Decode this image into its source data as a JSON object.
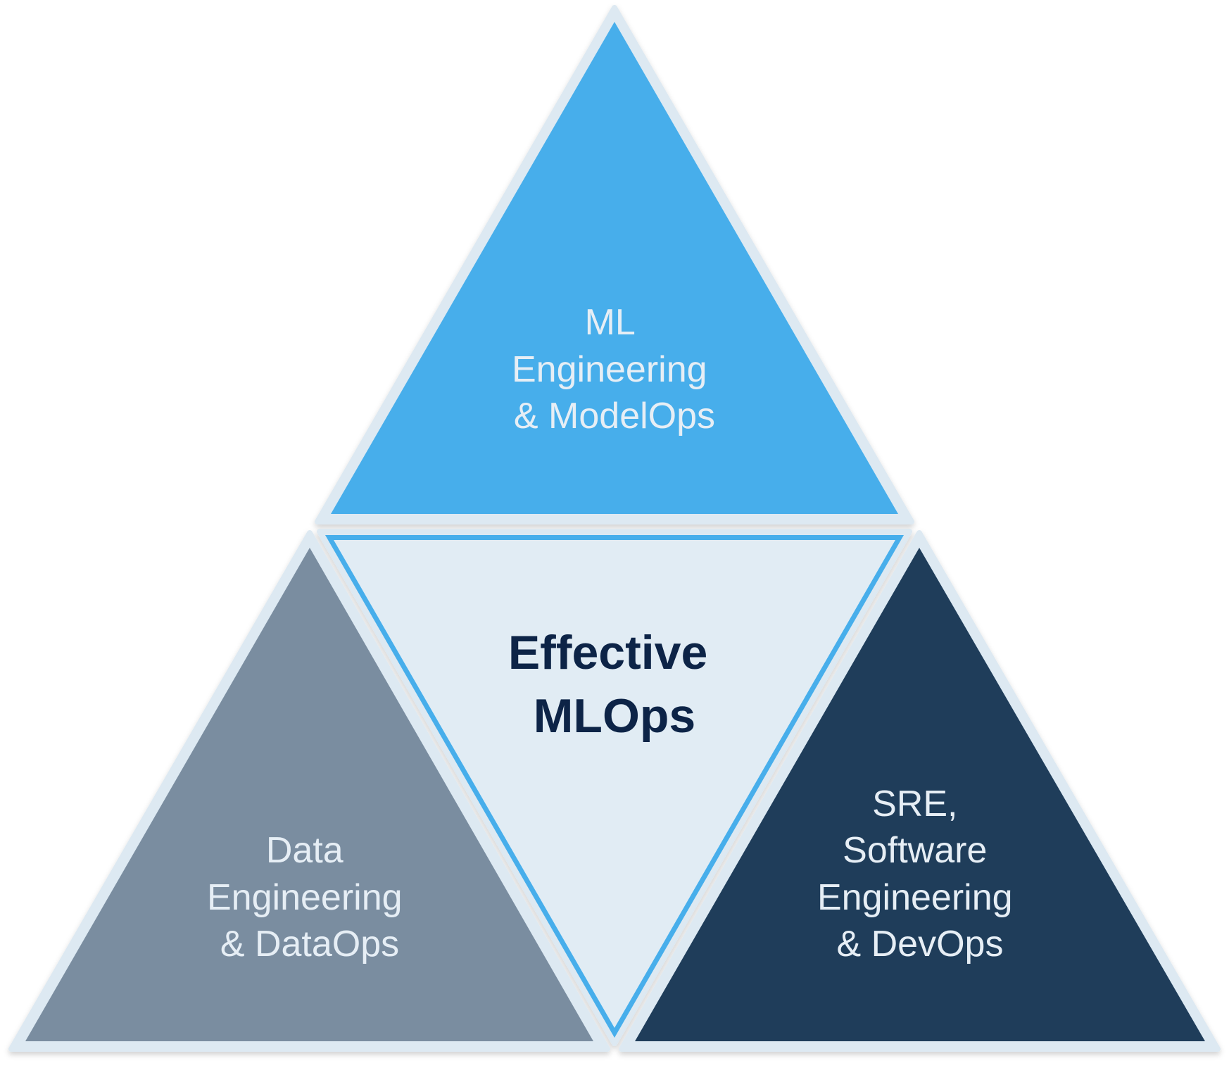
{
  "title": "Effective MLOps",
  "center": {
    "lines": [
      "Effective",
      "MLOps"
    ]
  },
  "top": {
    "lines": [
      "ML",
      "Engineering",
      "& ModelOps"
    ]
  },
  "left": {
    "lines": [
      "Data",
      "Engineering",
      "& DataOps"
    ]
  },
  "right": {
    "lines": [
      "SRE,",
      "Software",
      "Engineering",
      "& DevOps"
    ]
  },
  "colors": {
    "top": "#47aeeb",
    "left": "#7a8da0",
    "right": "#1f3d5a",
    "center": "#e1ecf4",
    "border": "#dde9f2",
    "center_text": "#0d2447"
  }
}
